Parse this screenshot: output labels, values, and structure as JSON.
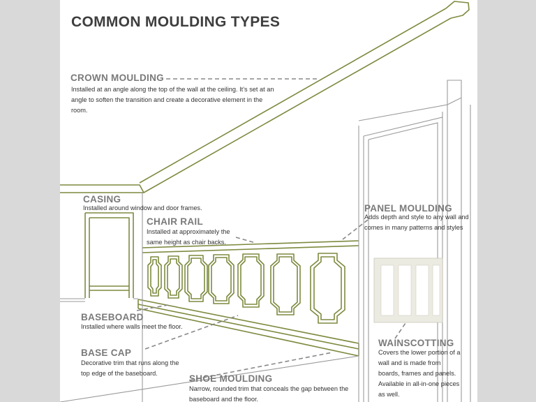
{
  "title": "COMMON MOULDING TYPES",
  "colors": {
    "accent": "#7d8a3f",
    "line": "#9a9a9a",
    "panel": "#ecebe2",
    "heading": "#7a7a7a",
    "title": "#3e3e3e"
  },
  "labels": {
    "crown": {
      "heading": "CROWN MOULDING",
      "text": "Installed at an angle along the top of the wall at the ceiling.  It’s set at an angle to soften the transition and create a decorative element in the room."
    },
    "casing": {
      "heading": "CASING",
      "text": "Installed around window and door frames."
    },
    "chair_rail": {
      "heading": "CHAIR RAIL",
      "text": "Installed at approximately the same height as chair backs."
    },
    "panel": {
      "heading": "PANEL MOULDING",
      "text": "Adds depth and style to any wall and comes in many patterns and styles"
    },
    "baseboard": {
      "heading": "BASEBOARD",
      "text": "Installed where walls meet the floor."
    },
    "base_cap": {
      "heading": "BASE CAP",
      "text": "Decorative trim that runs along the top edge of the baseboard."
    },
    "shoe": {
      "heading": "SHOE MOULDING",
      "text": "Narrow, rounded trim that conceals the gap between the baseboard and the floor."
    },
    "wainscotting": {
      "heading": "WAINSCOTTING",
      "text": "Covers the lower portion of a wall and is made from boards, frames and panels. Available in all-in-one pieces as well."
    }
  }
}
